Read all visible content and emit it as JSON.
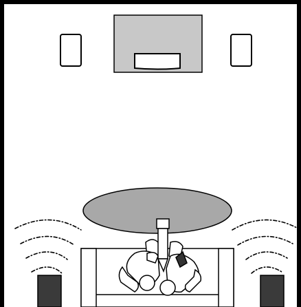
{
  "diagram": {
    "components": {
      "room": {
        "kind": "room-walls"
      },
      "tv": {
        "kind": "television-with-center-speaker"
      },
      "front_speakers": [
        {
          "side": "left"
        },
        {
          "side": "right"
        }
      ],
      "surround_speakers": [
        {
          "side": "left"
        },
        {
          "side": "right"
        }
      ],
      "table": {
        "kind": "oval-coffee-table"
      },
      "sofa": {
        "kind": "sofa-with-two-listeners"
      },
      "sound_waves": {
        "rows_per_side": 4
      }
    },
    "colors": {
      "line": "#000000",
      "tv_fill": "#c8c8c8",
      "table_fill": "#a8a8a8",
      "surround_speaker_fill": "#3a3a3a",
      "wave": "#000000",
      "background": "#ffffff"
    }
  }
}
